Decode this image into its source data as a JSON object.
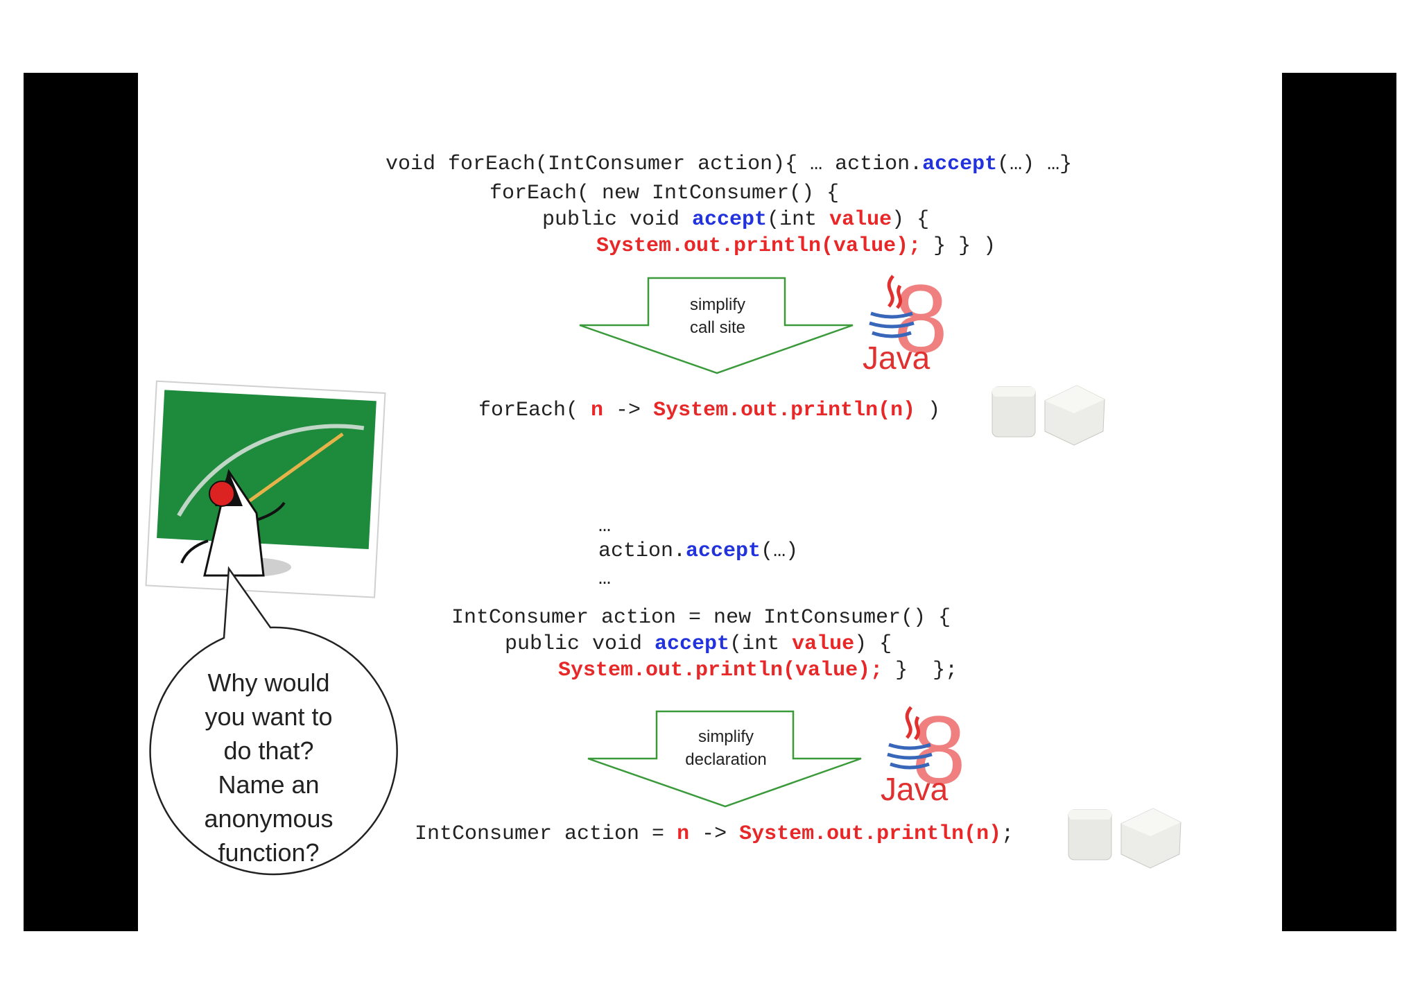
{
  "slide": {
    "line1": {
      "a": "void forEach(IntConsumer action){ … action.",
      "b": "accept",
      "c": "(…) …}"
    },
    "block1": {
      "l1": "forEach( new IntConsumer() {",
      "l2a": "public void ",
      "l2b": "accept",
      "l2c": "(int ",
      "l2d": "value",
      "l2e": ") {",
      "l3a": "System.out.println(value);",
      "l3b": " } } )"
    },
    "arrow1": {
      "line1": "simplify",
      "line2": "call site"
    },
    "lambda1": {
      "a": "forEach( ",
      "b": "n",
      "c": " -> ",
      "d": "System.out.println(n)",
      "e": " )"
    },
    "mid": {
      "l1": "…",
      "l2a": "action.",
      "l2b": "accept",
      "l2c": "(…)",
      "l3": "…"
    },
    "block2": {
      "l1": "IntConsumer action = new IntConsumer() {",
      "l2a": "public void ",
      "l2b": "accept",
      "l2c": "(int ",
      "l2d": "value",
      "l2e": ") {",
      "l3a": "System.out.println(value);",
      "l3b": " }  };"
    },
    "arrow2": {
      "line1": "simplify",
      "line2": "declaration"
    },
    "lambda2": {
      "a": "IntConsumer action = ",
      "b": "n",
      "c": " -> ",
      "d": "System.out.println(n)",
      "e": ";"
    },
    "bubble": {
      "l1": "Why would",
      "l2": "you want to",
      "l3": "do that?",
      "l4": "Name an",
      "l5": "anonymous",
      "l6": "function?"
    },
    "logo": {
      "word": "Java",
      "version": "8"
    }
  },
  "colors": {
    "blue": "#2233dd",
    "red": "#e82828",
    "arrow": "#3a9a3a",
    "board": "#1e8a3c"
  },
  "icons": [
    "java-8-logo-icon",
    "sugar-cubes-icon",
    "duke-teacher-icon",
    "speech-bubble-icon",
    "down-arrow-icon"
  ]
}
